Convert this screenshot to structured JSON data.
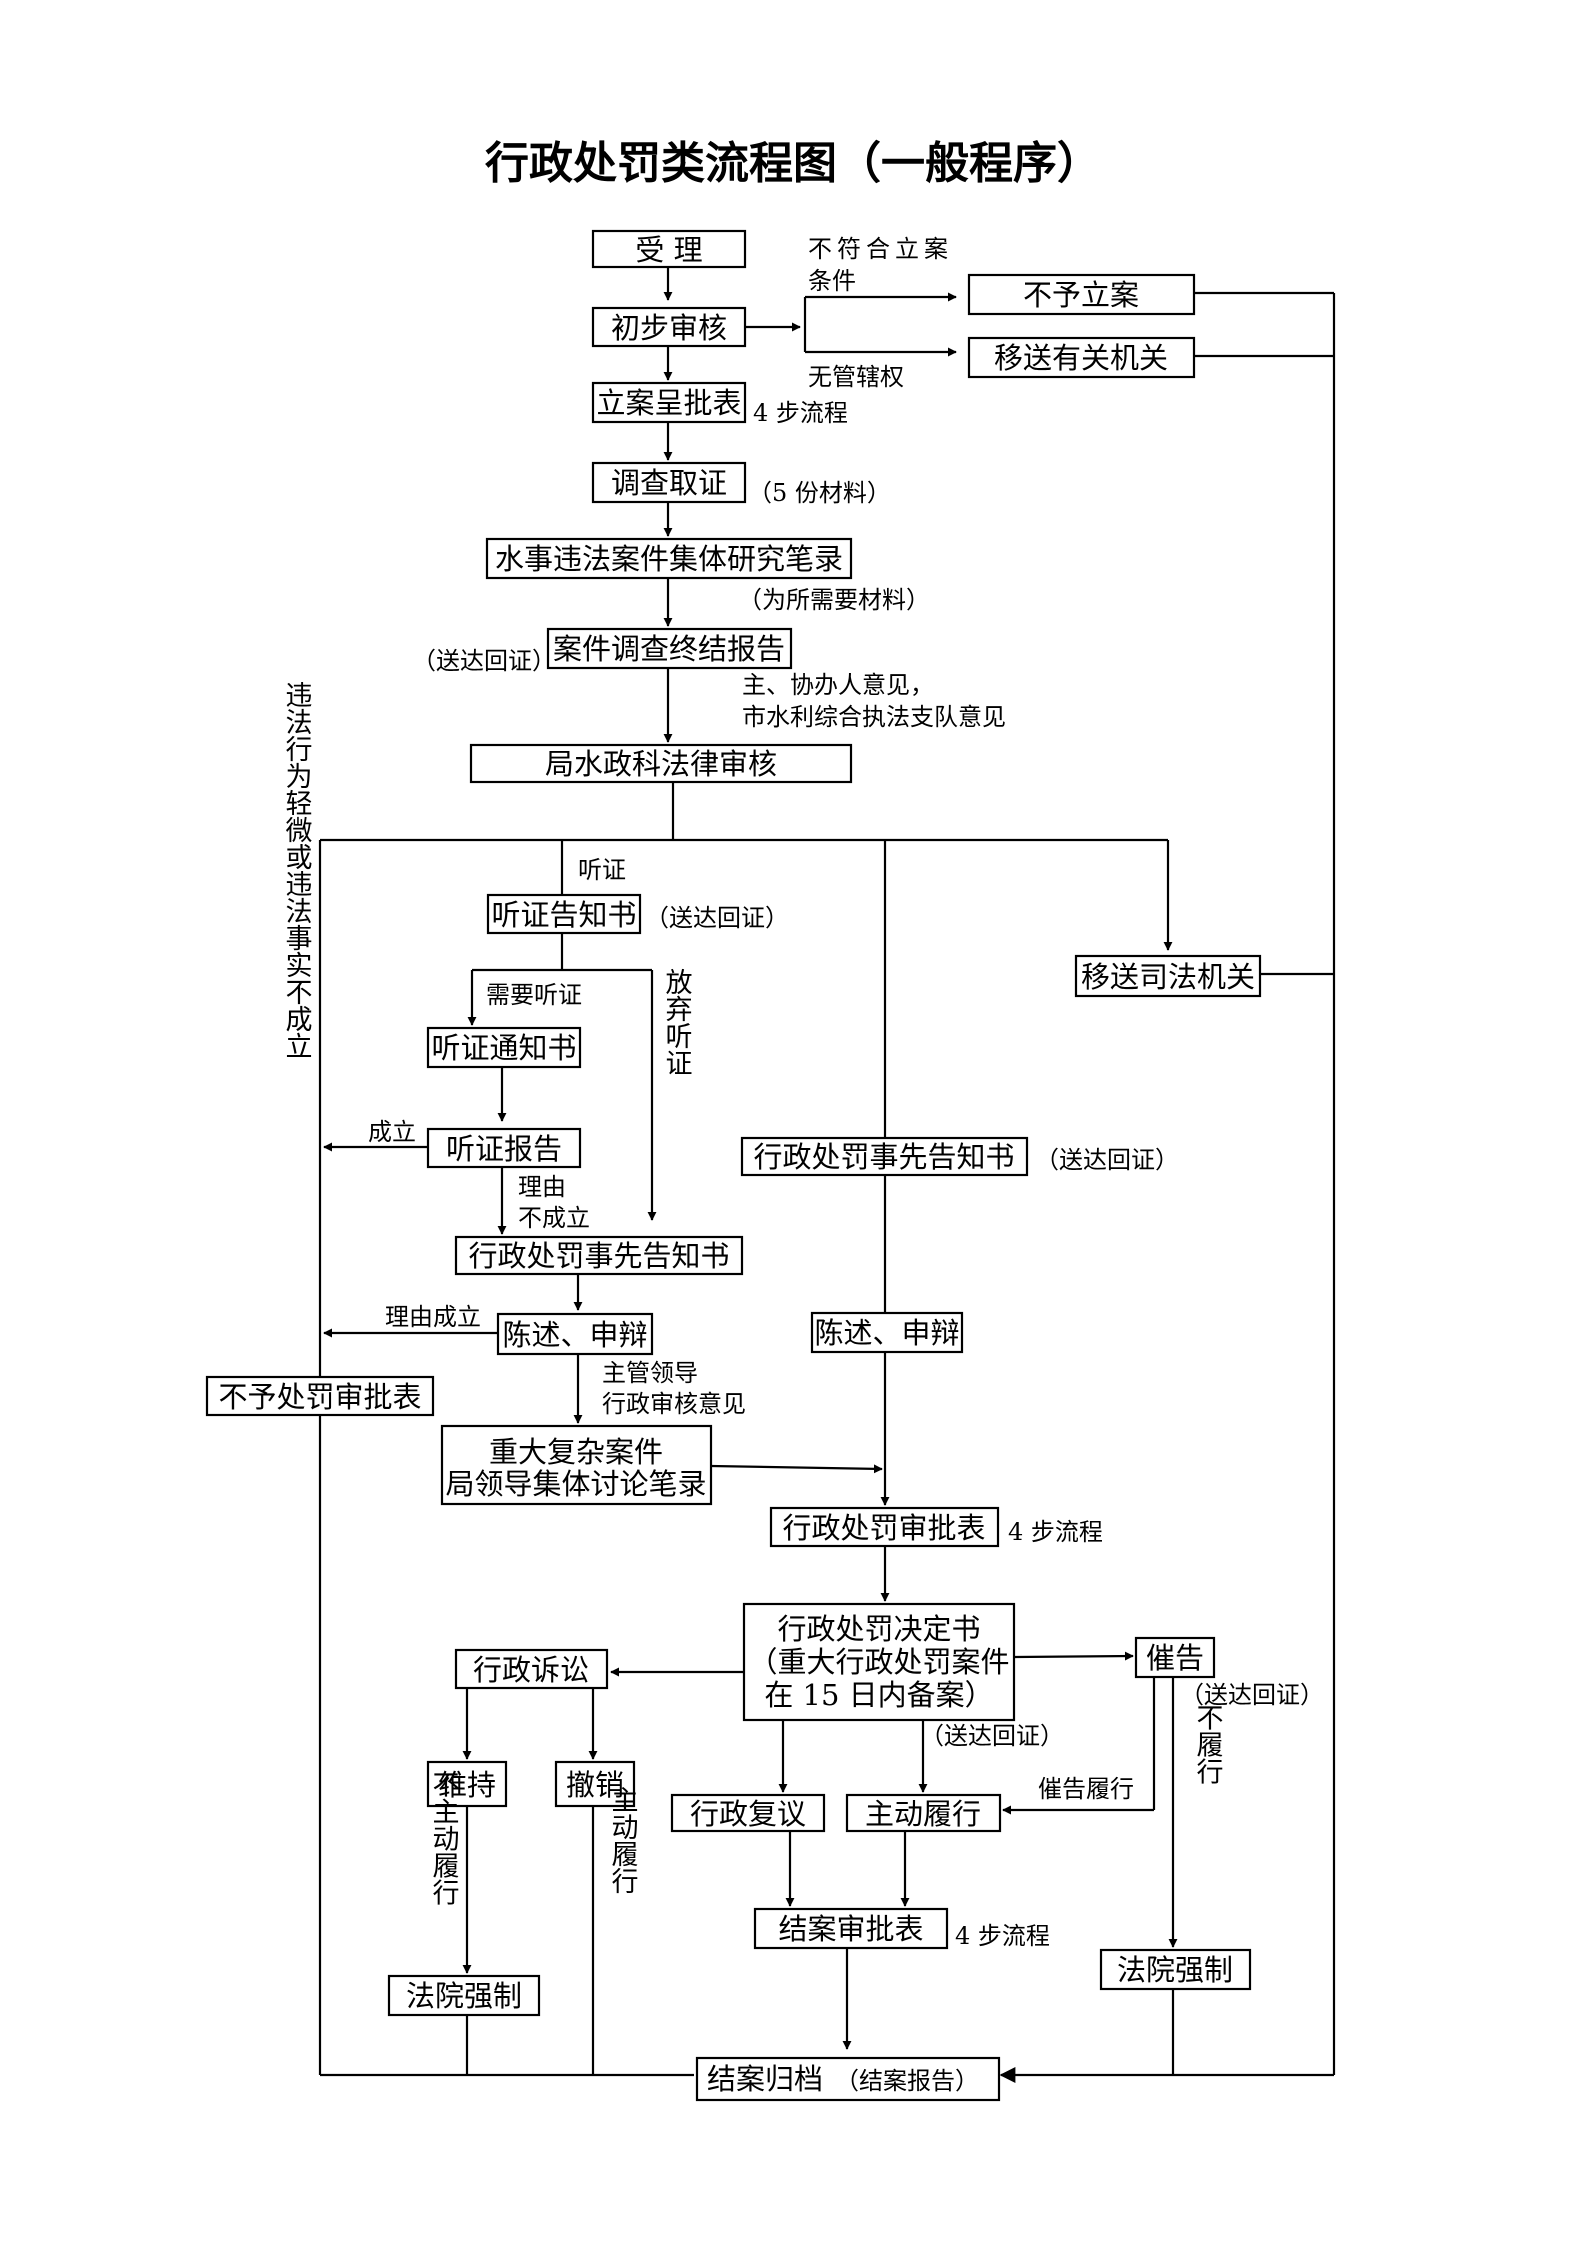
{
  "title": "行政处罚类流程图（一般程序）",
  "boxes": {
    "accept": "受 理",
    "prelim": "初步审核",
    "no_case": "不予立案",
    "transfer_org": "移送有关机关",
    "filing": "立案呈批表",
    "investigate": "调查取证",
    "collective_study": "水事违法案件集体研究笔录",
    "final_report": "案件调查终结报告",
    "legal_review": "局水政科法律审核",
    "hearing_notice_book": "听证告知书",
    "hearing_notice": "听证通知书",
    "hearing_report": "听证报告",
    "prior_notice_left": "行政处罚事先告知书",
    "statement_left": "陈述、申辩",
    "no_penalty": "不予处罚审批表",
    "major_case_1": "重大复杂案件",
    "major_case_2": "局领导集体讨论笔录",
    "prior_notice_right": "行政处罚事先告知书",
    "statement_right": "陈述、申辩",
    "penalty_approval": "行政处罚审批表",
    "decision_1": "行政处罚决定书",
    "decision_2": "（重大行政处罚案件",
    "decision_3": "在 15 日内备案）",
    "litigation": "行政诉讼",
    "urge": "催告",
    "maintain": "维持",
    "revoke": "撤销",
    "reconsider": "行政复议",
    "voluntary": "主动履行",
    "court_left": "法院强制",
    "closing_approval": "结案审批表",
    "court_right": "法院强制",
    "archive": "结案归档",
    "archive_sub": "（结案报告）",
    "transfer_judicial": "移送司法机关"
  },
  "labels": {
    "not_meet_1": "不符合立案",
    "not_meet_2": "条件",
    "no_jurisdiction": "无管辖权",
    "steps_filing": "4 步流程",
    "five_materials": "（5 份材料）",
    "needed_materials": "（为所需要材料）",
    "served_final": "（送达回证）",
    "opinion_1": "主、协办人意见，",
    "opinion_2": "市水利综合执法支队意见",
    "hearing": "听证",
    "served_hearing": "（送达回证）",
    "need_hearing": "需要听证",
    "waive_hearing": "放弃听证",
    "established": "成立",
    "reason_not_1": "理由",
    "reason_not_2": "不成立",
    "reason_established": "理由成立",
    "leader_1": "主管领导",
    "leader_2": "行政审核意见",
    "served_prior": "（送达回证）",
    "steps_penalty": "4 步流程",
    "served_urge": "（送达回证）",
    "served_decision": "（送达回证）",
    "urge_perform": "催告履行",
    "not_perform": "不履行",
    "not_voluntary": "不主动履行",
    "voluntary_vert": "主动履行",
    "steps_closing": "4 步流程",
    "minor_violation": "违法行为轻微或违法事实不成立"
  }
}
